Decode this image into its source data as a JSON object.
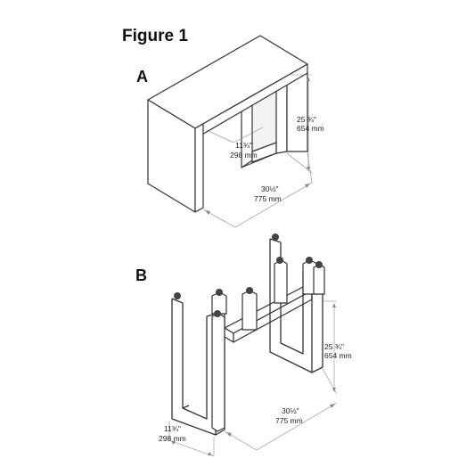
{
  "figure": {
    "title": "Figure 1",
    "panels": [
      {
        "label": "A",
        "dimensions": {
          "height": {
            "imperial": "25 ¾\"",
            "metric": "654 mm"
          },
          "depth": {
            "imperial": "11¾\"",
            "metric": "298 mm"
          },
          "width": {
            "imperial": "30½\"",
            "metric": "775 mm"
          }
        }
      },
      {
        "label": "B",
        "dimensions": {
          "height": {
            "imperial": "25 ¾\"",
            "metric": "654 mm"
          },
          "depth": {
            "imperial": "11¾\"",
            "metric": "298 mm"
          },
          "width": {
            "imperial": "30½\"",
            "metric": "775 mm"
          }
        }
      }
    ]
  },
  "colors": {
    "line": "#333333",
    "dimension": "#888888",
    "background": "#ffffff"
  }
}
